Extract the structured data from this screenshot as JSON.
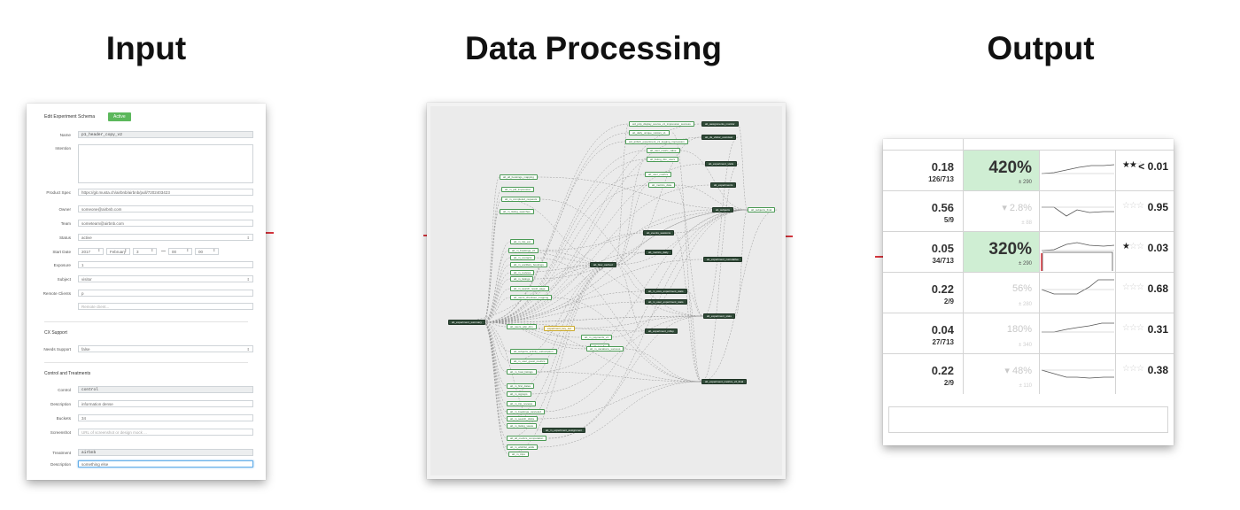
{
  "headings": {
    "input": "Input",
    "processing": "Data Processing",
    "output": "Output"
  },
  "colors": {
    "arrow": "#d9363e",
    "active_badge": "#5cb85c",
    "highlight": "#cfeed3",
    "graph_dark_node": "#2f4a37",
    "graph_light_node_border": "#4a9a54"
  },
  "input_form": {
    "header": "Edit Experiment Schema",
    "status_badge": "Active",
    "fields": [
      {
        "label": "Name",
        "value": "p1_header_copy_v2",
        "style": "ro mono"
      },
      {
        "label": "Intention",
        "value": "",
        "style": "textarea"
      },
      {
        "label": "Product Spec",
        "value": "https://git.musta.ch/airbnb/airbnb/pull/7202403423",
        "style": ""
      },
      {
        "label": "Owner",
        "value": "someone@airbnb.com",
        "style": ""
      },
      {
        "label": "Team",
        "value": "someteam@airbnb.com",
        "style": ""
      },
      {
        "label": "Status",
        "value": "active",
        "style": "select"
      },
      {
        "label": "Start Date",
        "value": "",
        "style": "date"
      },
      {
        "label": "Exposure",
        "value": "1",
        "style": ""
      },
      {
        "label": "Subject",
        "value": "visitor",
        "style": "select"
      },
      {
        "label": "Remote Clients",
        "value": "p",
        "style": ""
      },
      {
        "label": "",
        "value": "Remote client...",
        "style": "ph"
      }
    ],
    "date_parts": [
      "2017",
      "February",
      "3",
      "—",
      "00",
      "00"
    ],
    "cx_section": "CX Support",
    "cx_fields": [
      {
        "label": "Needs Support",
        "value": "false",
        "style": "select"
      }
    ],
    "ct_section": "Control and Treatments",
    "ct_fields": [
      {
        "label": "Control",
        "value": "control",
        "style": "ro mono"
      },
      {
        "label": "Description",
        "value": "information dense",
        "style": ""
      },
      {
        "label": "Buckets",
        "value": "34",
        "style": ""
      },
      {
        "label": "Screenshot",
        "value": "URL of screenshot or design mock ...",
        "style": "ph"
      },
      {
        "label": "Treatment",
        "value": "airbnb",
        "style": "ro mono"
      },
      {
        "label": "Description",
        "value": "something else",
        "style": "focus"
      }
    ]
  },
  "graph": {
    "nodes": [
      {
        "label": "wd_pdp_display_source_v1_impression_success",
        "kind": "light"
      },
      {
        "label": "ab_assignments_monitor",
        "kind": "dark"
      },
      {
        "label": "ab_daily_unique_visitors_v1",
        "kind": "light"
      },
      {
        "label": "ab_ds_visitor_overview",
        "kind": "dark"
      },
      {
        "label": "wd_airbnb_experiment_v1_logging_impression",
        "kind": "light"
      },
      {
        "label": "ab_user_metric_value",
        "kind": "light"
      },
      {
        "label": "ab_listing_dim_users",
        "kind": "light"
      },
      {
        "label": "ab_experiment_visits",
        "kind": "dark"
      },
      {
        "label": "ab_user_metrics",
        "kind": "light"
      },
      {
        "label": "ab_metrics_data",
        "kind": "light"
      },
      {
        "label": "ab_experiments",
        "kind": "dark"
      },
      {
        "label": "ab_subjects",
        "kind": "dark"
      },
      {
        "label": "ab_subjects_final",
        "kind": "light"
      },
      {
        "label": "ab_all_bookings_mapping",
        "kind": "light"
      },
      {
        "label": "ab_m_pid_impression",
        "kind": "light"
      },
      {
        "label": "ab_m_completed_requests",
        "kind": "light"
      },
      {
        "label": "ab_m_listing_searches",
        "kind": "light"
      },
      {
        "label": "ab_events_sessions",
        "kind": "dark"
      },
      {
        "label": "ab_metrics_daily",
        "kind": "dark"
      },
      {
        "label": "ab_experiment_cumulative",
        "kind": "dark"
      },
      {
        "label": "ab_m_trip_ext",
        "kind": "light"
      },
      {
        "label": "ab_m_bookings_v2",
        "kind": "light"
      },
      {
        "label": "ab_m_contacts",
        "kind": "light"
      },
      {
        "label": "ab_m_ancillary_bookings",
        "kind": "light"
      },
      {
        "label": "ab_m_reviews",
        "kind": "light"
      },
      {
        "label": "ab_m_listings",
        "kind": "light"
      },
      {
        "label": "ab_flow_cached",
        "kind": "dark"
      },
      {
        "label": "ab_m_core_experiment_stats",
        "kind": "dark"
      },
      {
        "label": "ab_m_user_experiment_stats",
        "kind": "dark"
      },
      {
        "label": "ab_experiment_stats",
        "kind": "dark"
      },
      {
        "label": "ab_experiment_rollup",
        "kind": "dark"
      },
      {
        "label": "ab_m_search_result_page",
        "kind": "light"
      },
      {
        "label": "ab_users_checkout_mapping",
        "kind": "light"
      },
      {
        "label": "ab_experiment_summary",
        "kind": "dark"
      },
      {
        "label": "ab_users_pdp_dim",
        "kind": "light"
      },
      {
        "label": "ab_subjects_activity_subscription",
        "kind": "light"
      },
      {
        "label": "ab_m_user_guest_metrics",
        "kind": "light"
      },
      {
        "label": "ab_m_host_listings",
        "kind": "light"
      },
      {
        "label": "ab_m_first_dates",
        "kind": "light"
      },
      {
        "label": "ab_m_signups",
        "kind": "light"
      },
      {
        "label": "ab_m_trip_reviews",
        "kind": "light"
      },
      {
        "label": "ab_m_bookings_canceled",
        "kind": "light"
      },
      {
        "label": "ab_m_search_clicks",
        "kind": "light"
      },
      {
        "label": "ab_m_listing_views",
        "kind": "light"
      },
      {
        "label": "ab_m_experiment_assignment",
        "kind": "dark"
      },
      {
        "label": "ab_all_metrics_computation",
        "kind": "light"
      },
      {
        "label": "ab_experiment_metrics_v2_final",
        "kind": "dark"
      },
      {
        "label": "ab_m_wishlist_adds",
        "kind": "light"
      },
      {
        "label": "ab_m_trips",
        "kind": "light"
      },
      {
        "label": "ab_m_payments_v1",
        "kind": "light"
      },
      {
        "label": "ab_results",
        "kind": "light"
      },
      {
        "label": "experiment_key_set",
        "kind": "yellow"
      },
      {
        "label": "ab_m_vacations_success",
        "kind": "light"
      }
    ]
  },
  "output_table": {
    "rows": [
      {
        "value": "0.18",
        "count": "126/713",
        "pct": "420%",
        "pm": "± 290",
        "highlight": true,
        "filled_stars": 2,
        "p": "< 0.01"
      },
      {
        "value": "0.56",
        "count": "5/9",
        "pct": "▾ 2.8%",
        "pm": "± 88",
        "highlight": false,
        "filled_stars": 0,
        "p": "0.95"
      },
      {
        "value": "0.05",
        "count": "34/713",
        "pct": "320%",
        "pm": "± 290",
        "highlight": true,
        "filled_stars": 1,
        "p": "0.03"
      },
      {
        "value": "0.22",
        "count": "2/9",
        "pct": "56%",
        "pm": "± 280",
        "highlight": false,
        "filled_stars": 0,
        "p": "0.68"
      },
      {
        "value": "0.04",
        "count": "27/713",
        "pct": "180%",
        "pm": "± 340",
        "highlight": false,
        "filled_stars": 0,
        "p": "0.31"
      },
      {
        "value": "0.22",
        "count": "2/9",
        "pct": "▾ 48%",
        "pm": "± 110",
        "highlight": false,
        "filled_stars": 0,
        "p": "0.38"
      }
    ]
  }
}
